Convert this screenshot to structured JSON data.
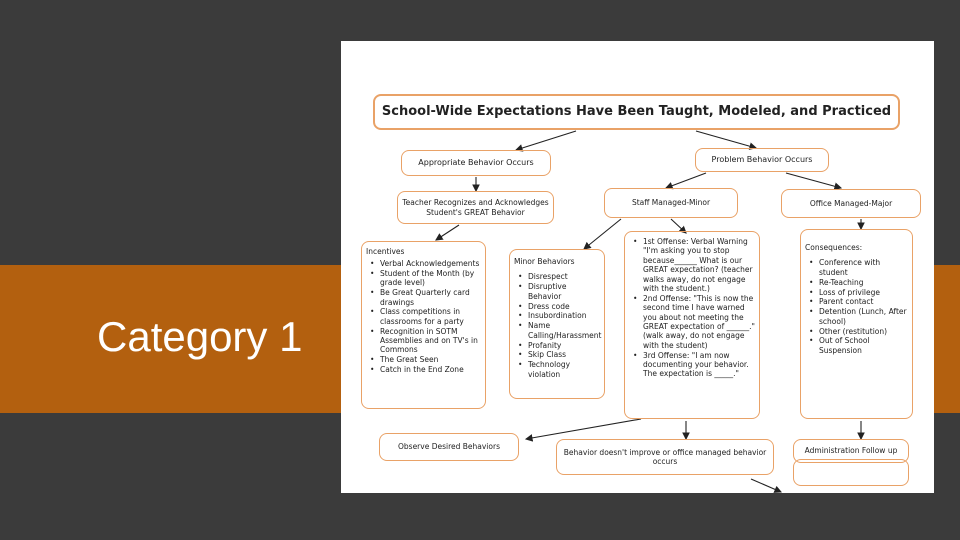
{
  "slide": {
    "title": "Category 1"
  },
  "flowchart": {
    "header": "School-Wide Expectations Have Been Taught, Modeled, and Practiced",
    "appropriate": "Appropriate Behavior Occurs",
    "problem": "Problem Behavior Occurs",
    "teacher": "Teacher Recognizes and Acknowledges Student's GREAT Behavior",
    "staff_minor": "Staff Managed-Minor",
    "office_major": "Office Managed-Major",
    "incentives": {
      "title": "Incentives",
      "items": [
        "Verbal Acknowledgements",
        "Student of the Month (by grade level)",
        "Be Great Quarterly card drawings",
        "Class competitions in classrooms for a party",
        "Recognition in SOTM Assemblies and on TV's in Commons",
        "The Great Seen",
        "Catch in the End Zone"
      ]
    },
    "minor": {
      "title": "Minor Behaviors",
      "items": [
        "Disrespect",
        "Disruptive Behavior",
        "Dress code",
        "Insubordination",
        "Name Calling/Harassment",
        "Profanity",
        "Skip Class",
        "Technology violation"
      ]
    },
    "offenses": {
      "items": [
        "1st Offense: Verbal Warning \"I'm asking you to stop because______ What is our GREAT expectation? (teacher walks away, do not engage with the student.)",
        "2nd Offense: \"This is now the second time I have warned you about not meeting the GREAT expectation of ______.\" (walk away, do not engage with the student)",
        "3rd Offense: \"I am now documenting your behavior. The expectation is _____.\""
      ]
    },
    "consequences": {
      "title": "Consequences:",
      "items": [
        "Conference with student",
        "Re-Teaching",
        "Loss of privilege",
        "Parent contact",
        "Detention (Lunch, After school)",
        "Other (restitution)",
        "Out of School Suspension"
      ]
    },
    "observe": "Observe Desired Behaviors",
    "not_improve": "Behavior doesn't improve or office managed behavior occurs",
    "admin": "Administration Follow up"
  }
}
